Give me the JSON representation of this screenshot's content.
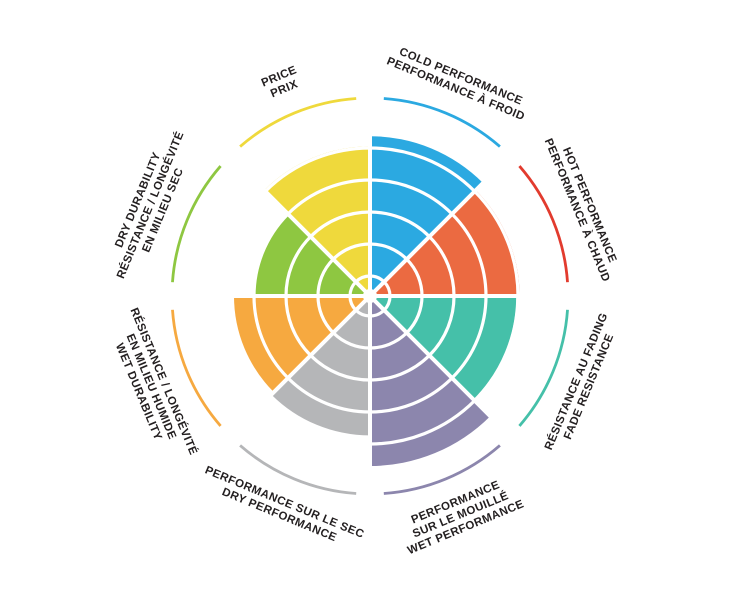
{
  "chart_data": {
    "type": "pie",
    "variant": "polar-sector-wheel",
    "title": "",
    "scale_max": 5,
    "ring_count": 5,
    "background": "#FFFFFF",
    "label_color": "#231F20",
    "legend": "none",
    "sectors": [
      {
        "id": "cold-performance",
        "lines": [
          "COLD PERFORMANCE",
          "PERFORMANCE À FROID"
        ],
        "value": 4.7,
        "color": "#2BA9E1",
        "arc_color": "#2BA9E1"
      },
      {
        "id": "hot-performance",
        "lines": [
          "HOT PERFORMANCE",
          "PERFORMANCE À CHAUD"
        ],
        "value": 4.4,
        "color": "#EB6A41",
        "arc_color": "#E23B2E"
      },
      {
        "id": "fade-resistance",
        "lines": [
          "RÉSISTANCE AU FADING",
          "FADE RESISTANCE"
        ],
        "value": 4.3,
        "color": "#45C0A9",
        "arc_color": "#45C0A9"
      },
      {
        "id": "wet-performance",
        "lines": [
          "PERFORMANCE",
          "SUR LE MOUILLÉ",
          "WET PERFORMANCE"
        ],
        "value": 5.0,
        "color": "#8C86AD",
        "arc_color": "#8C86AD"
      },
      {
        "id": "dry-performance",
        "lines": [
          "PERFORMANCE SUR LE SEC",
          "DRY PERFORMANCE"
        ],
        "value": 4.1,
        "color": "#B5B6B8",
        "arc_color": "#B5B6B8"
      },
      {
        "id": "wet-durability",
        "lines": [
          "RÉSISTANCE / LONGÉVITÉ",
          "EN MILIEU HUMIDE",
          "WET DURABILITY"
        ],
        "value": 4.0,
        "color": "#F6A940",
        "arc_color": "#F6A940"
      },
      {
        "id": "dry-durability",
        "lines": [
          "DRY DURABILITY",
          "RÉSISTANCE / LONGÉVITÉ",
          "EN MILIEU SEC"
        ],
        "value": 3.4,
        "color": "#8EC741",
        "arc_color": "#8EC741"
      },
      {
        "id": "price",
        "lines": [
          "PRICE",
          "PRIX"
        ],
        "value": 4.4,
        "color": "#EFD93C",
        "arc_color": "#EFD93C"
      }
    ]
  }
}
